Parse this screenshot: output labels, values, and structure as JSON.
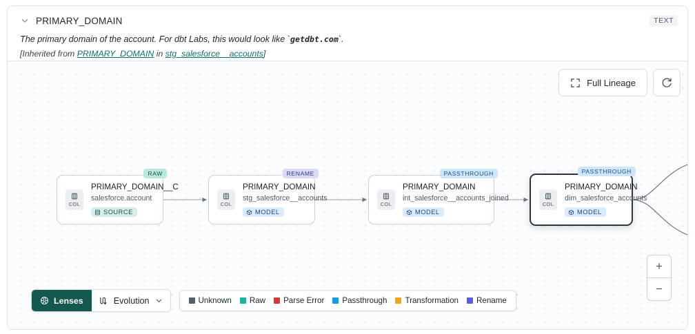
{
  "header": {
    "collapse_icon": "chevron-down-icon",
    "title": "PRIMARY_DOMAIN",
    "type_badge": "TEXT",
    "description_pre": "The primary domain of the account. For dbt Labs, this would look like `",
    "description_code": "getdbt.com",
    "description_post": "`.",
    "inherited_pre": "[Inherited from ",
    "inherited_link": "PRIMARY_DOMAIN",
    "inherited_mid": " in ",
    "inherited_source": "stg_salesforce__accounts",
    "inherited_post": "]"
  },
  "canvas_tools": {
    "full_lineage_label": "Full Lineage",
    "full_lineage_icon": "expand-icon",
    "refresh_icon": "refresh-icon"
  },
  "nodes": [
    {
      "badge": "RAW",
      "badge_kind": "raw",
      "chip_label": "COL",
      "chip_icon": "column-icon",
      "title": "PRIMARY_DOMAIN__C",
      "subtitle": "salesforce.account",
      "pill_label": "SOURCE",
      "pill_kind": "source",
      "pill_icon": "database-icon",
      "selected": false
    },
    {
      "badge": "RENAME",
      "badge_kind": "rename",
      "chip_label": "COL",
      "chip_icon": "column-icon",
      "title": "PRIMARY_DOMAIN",
      "subtitle": "stg_salesforce__accounts",
      "pill_label": "MODEL",
      "pill_kind": "model",
      "pill_icon": "cube-icon",
      "selected": false
    },
    {
      "badge": "PASSTHROUGH",
      "badge_kind": "passthrough",
      "chip_label": "COL",
      "chip_icon": "column-icon",
      "title": "PRIMARY_DOMAIN",
      "subtitle": "int_salesforce__accounts_joined",
      "pill_label": "MODEL",
      "pill_kind": "model",
      "pill_icon": "cube-icon",
      "selected": false
    },
    {
      "badge": "PASSTHROUGH",
      "badge_kind": "passthrough",
      "chip_label": "COL",
      "chip_icon": "column-icon",
      "title": "PRIMARY_DOMAIN",
      "subtitle": "dim_salesforce_accounts",
      "pill_label": "MODEL",
      "pill_kind": "model",
      "pill_icon": "cube-icon",
      "selected": true
    }
  ],
  "zoom_controls": {
    "zoom_in": "+",
    "zoom_out": "−"
  },
  "bottom_bar": {
    "lenses_label": "Lenses",
    "lenses_icon": "aperture-icon",
    "evolution_label": "Evolution",
    "evolution_icon": "evolution-icon",
    "evolution_chevron": "chevron-down-icon",
    "legend": [
      {
        "label": "Unknown",
        "color": "#566069"
      },
      {
        "label": "Raw",
        "color": "#16b79b"
      },
      {
        "label": "Parse Error",
        "color": "#e03535"
      },
      {
        "label": "Passthrough",
        "color": "#1b9ae0"
      },
      {
        "label": "Transformation",
        "color": "#f0a514"
      },
      {
        "label": "Rename",
        "color": "#5b5be0"
      }
    ]
  }
}
